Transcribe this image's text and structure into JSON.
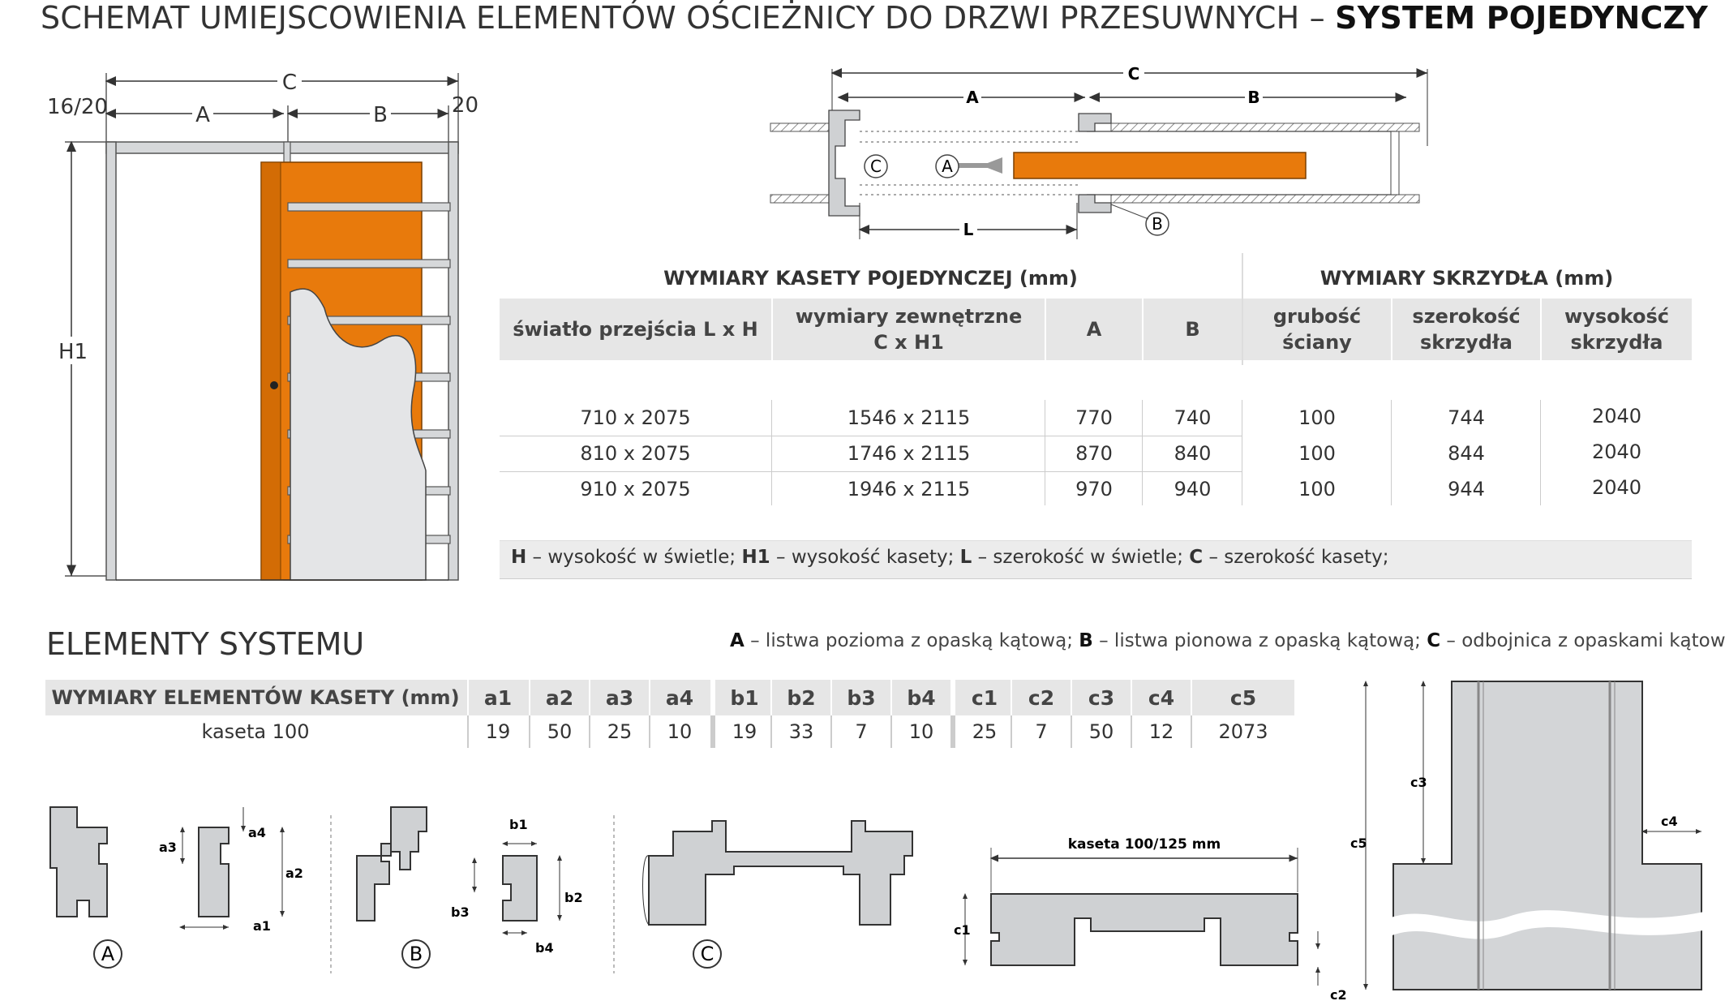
{
  "header": {
    "title_main": "SCHEMAT UMIEJSCOWIENIA ELEMENTÓW OŚCIEŻNICY DO DRZWI PRZESUWNYCH – ",
    "title_bold": "SYSTEM POJEDYNCZY"
  },
  "elevation": {
    "dim_c": "C",
    "dim_a": "A",
    "dim_b": "B",
    "dim_left": "16/20",
    "dim_right": "20",
    "dim_h1": "H1"
  },
  "plan": {
    "dim_c": "C",
    "dim_a": "A",
    "dim_b": "B",
    "dim_l": "L",
    "callout_a": "A",
    "callout_b": "B",
    "callout_c": "C"
  },
  "cassette_table": {
    "group_cassette": "WYMIARY KASETY POJEDYNCZEJ (mm)",
    "group_leaf": "WYMIARY SKRZYDŁA (mm)",
    "headers": {
      "opening": "światło przejścia L x H",
      "outer_1": "wymiary zewnętrzne",
      "outer_2": "C x H1",
      "a": "A",
      "b": "B",
      "wall_1": "grubość",
      "wall_2": "ściany",
      "width_1": "szerokość",
      "width_2": "skrzydła",
      "height_1": "wysokość",
      "height_2": "skrzydła"
    },
    "rows": [
      {
        "opening": "710 x 2075",
        "outer": "1546 x 2115",
        "a": "770",
        "b": "740",
        "wall": "100",
        "width": "744",
        "height": "2040"
      },
      {
        "opening": "810 x 2075",
        "outer": "1746 x 2115",
        "a": "870",
        "b": "840",
        "wall": "100",
        "width": "844",
        "height": "2040"
      },
      {
        "opening": "910 x 2075",
        "outer": "1946 x 2115",
        "a": "970",
        "b": "940",
        "wall": "100",
        "width": "944",
        "height": "2040"
      }
    ]
  },
  "legend_top": {
    "h_key": "H",
    "h_text": " – wysokość w świetle; ",
    "h1_key": "H1",
    "h1_text": " – wysokość kasety; ",
    "l_key": "L",
    "l_text": " – szerokość w świetle; ",
    "c_key": "C",
    "c_text": " – szerokość kasety;"
  },
  "elements_section": {
    "heading": "ELEMENTY SYSTEMU",
    "legend": {
      "a_key": "A",
      "a_text": " – listwa pozioma z opaską kątową; ",
      "b_key": "B",
      "b_text": " – listwa pionowa z opaską kątową; ",
      "c_key": "C",
      "c_text": " – odbojnica z opaskami kątowymi"
    }
  },
  "elements_table": {
    "header_label": "WYMIARY ELEMENTÓW KASETY (mm)",
    "columns": [
      "a1",
      "a2",
      "a3",
      "a4",
      "b1",
      "b2",
      "b3",
      "b4",
      "c1",
      "c2",
      "c3",
      "c4",
      "c5"
    ],
    "row_label": "kaseta 100",
    "values": [
      "19",
      "50",
      "25",
      "10",
      "19",
      "33",
      "7",
      "10",
      "25",
      "7",
      "50",
      "12",
      "2073"
    ]
  },
  "profiles": {
    "label_a": "A",
    "label_b": "B",
    "label_c": "C",
    "a1": "a1",
    "a2": "a2",
    "a3": "a3",
    "a4": "a4",
    "b1": "b1",
    "b2": "b2",
    "b3": "b3",
    "b4": "b4",
    "c1": "c1",
    "c2": "c2",
    "c3": "c3",
    "c4": "c4",
    "c5": "c5",
    "kaseta_label": "kaseta 100/125 mm"
  },
  "colors": {
    "door_orange": "#e87a0c",
    "frame_gray": "#c8cacd",
    "profile_gray": "#cfd1d3",
    "line_dark": "#333333"
  }
}
